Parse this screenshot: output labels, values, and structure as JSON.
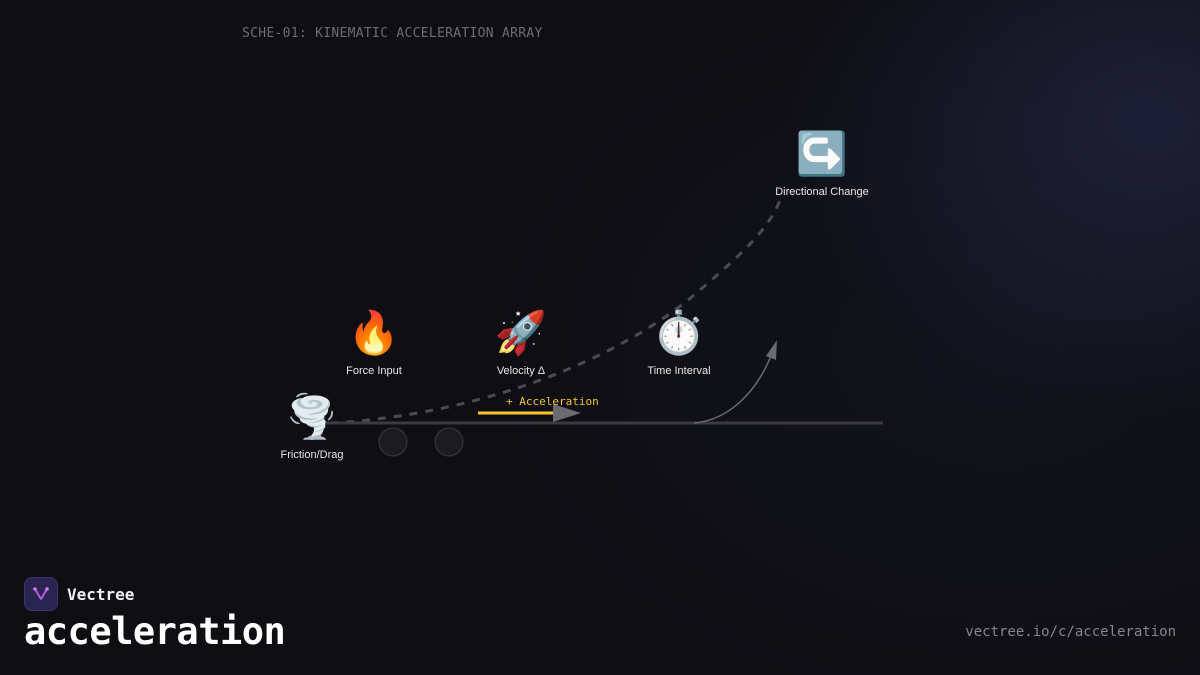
{
  "header": {
    "scheme_title": "SCHE-01: KINEMATIC ACCELERATION ARRAY"
  },
  "diagram": {
    "nodes": [
      {
        "id": "directional-change",
        "emoji": "↪️",
        "label": "Directional Change"
      },
      {
        "id": "force-input",
        "emoji": "🔥",
        "label": "Force Input"
      },
      {
        "id": "velocity-delta",
        "emoji": "🚀",
        "label": "Velocity Δ"
      },
      {
        "id": "time-interval",
        "emoji": "⏱️",
        "label": "Time Interval"
      },
      {
        "id": "friction-drag",
        "emoji": "🌪️",
        "label": "Friction/Drag"
      }
    ],
    "acceleration_label": "+ Acceleration",
    "colors": {
      "accent": "#f2c531",
      "track": "#3a3a40",
      "dashed": "#4a4a52"
    }
  },
  "footer": {
    "brand_name": "Vectree",
    "page_title": "acceleration",
    "url": "vectree.io/c/acceleration"
  }
}
